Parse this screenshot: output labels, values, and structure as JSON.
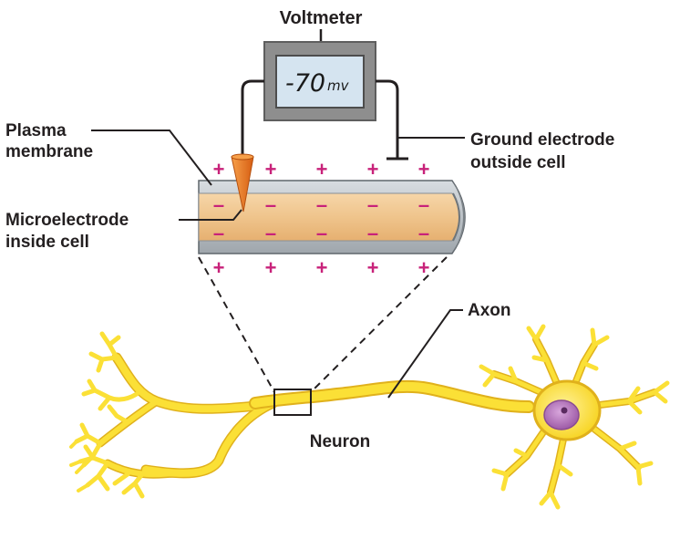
{
  "voltmeter": {
    "title": "Voltmeter",
    "reading_value": "-70",
    "reading_unit": "mv"
  },
  "labels": {
    "plasma_membrane_1": "Plasma",
    "plasma_membrane_2": "membrane",
    "microelectrode_1": "Microelectrode",
    "microelectrode_2": "inside cell",
    "ground_1": "Ground electrode",
    "ground_2": "outside cell",
    "axon": "Axon",
    "neuron": "Neuron"
  },
  "charges": {
    "outside": "+",
    "inside": "–"
  },
  "colors": {
    "charge": "#c8227a",
    "membrane": "#b9bfc4",
    "cytoplasm": "#efc48c",
    "neuron": "#fbe036",
    "neuron_outline": "#e6b51a",
    "nucleus": "#b473b8",
    "voltmeter_body": "#8e8e8e",
    "lcd": "#d5e4f0",
    "electrode": "#f07d24"
  }
}
